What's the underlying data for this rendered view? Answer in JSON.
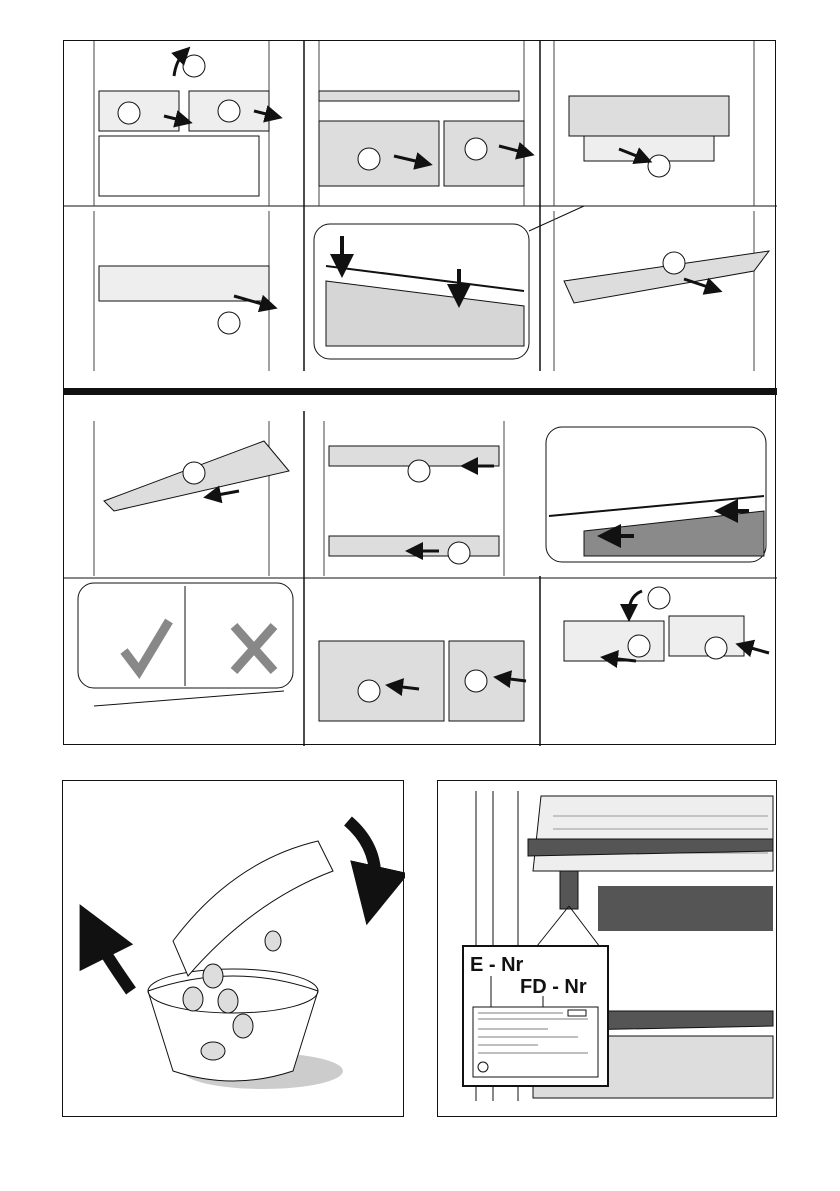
{
  "manual": {
    "section_top": {
      "panels_row1": [
        "drawer-removal",
        "drawer-removal-2",
        "shelf-frame-removal"
      ],
      "panels_row2": [
        "slide-out-shelf",
        "detail-clips-lift",
        "glass-shelf-out"
      ],
      "panels_row3": [
        "glass-shelf-in",
        "clips-insert",
        "clips-detail"
      ],
      "panels_row4": [
        "correct-incorrect",
        "drawer-insert",
        "drawer-insert-2"
      ]
    },
    "type_plate": {
      "e_nr_label": "E - Nr",
      "fd_nr_label": "FD - Nr"
    },
    "colors": {
      "line": "#111111",
      "fill_grey": "#d6d6d6",
      "dark_grey": "#8a8a8a",
      "panel_bg": "#ffffff"
    }
  }
}
